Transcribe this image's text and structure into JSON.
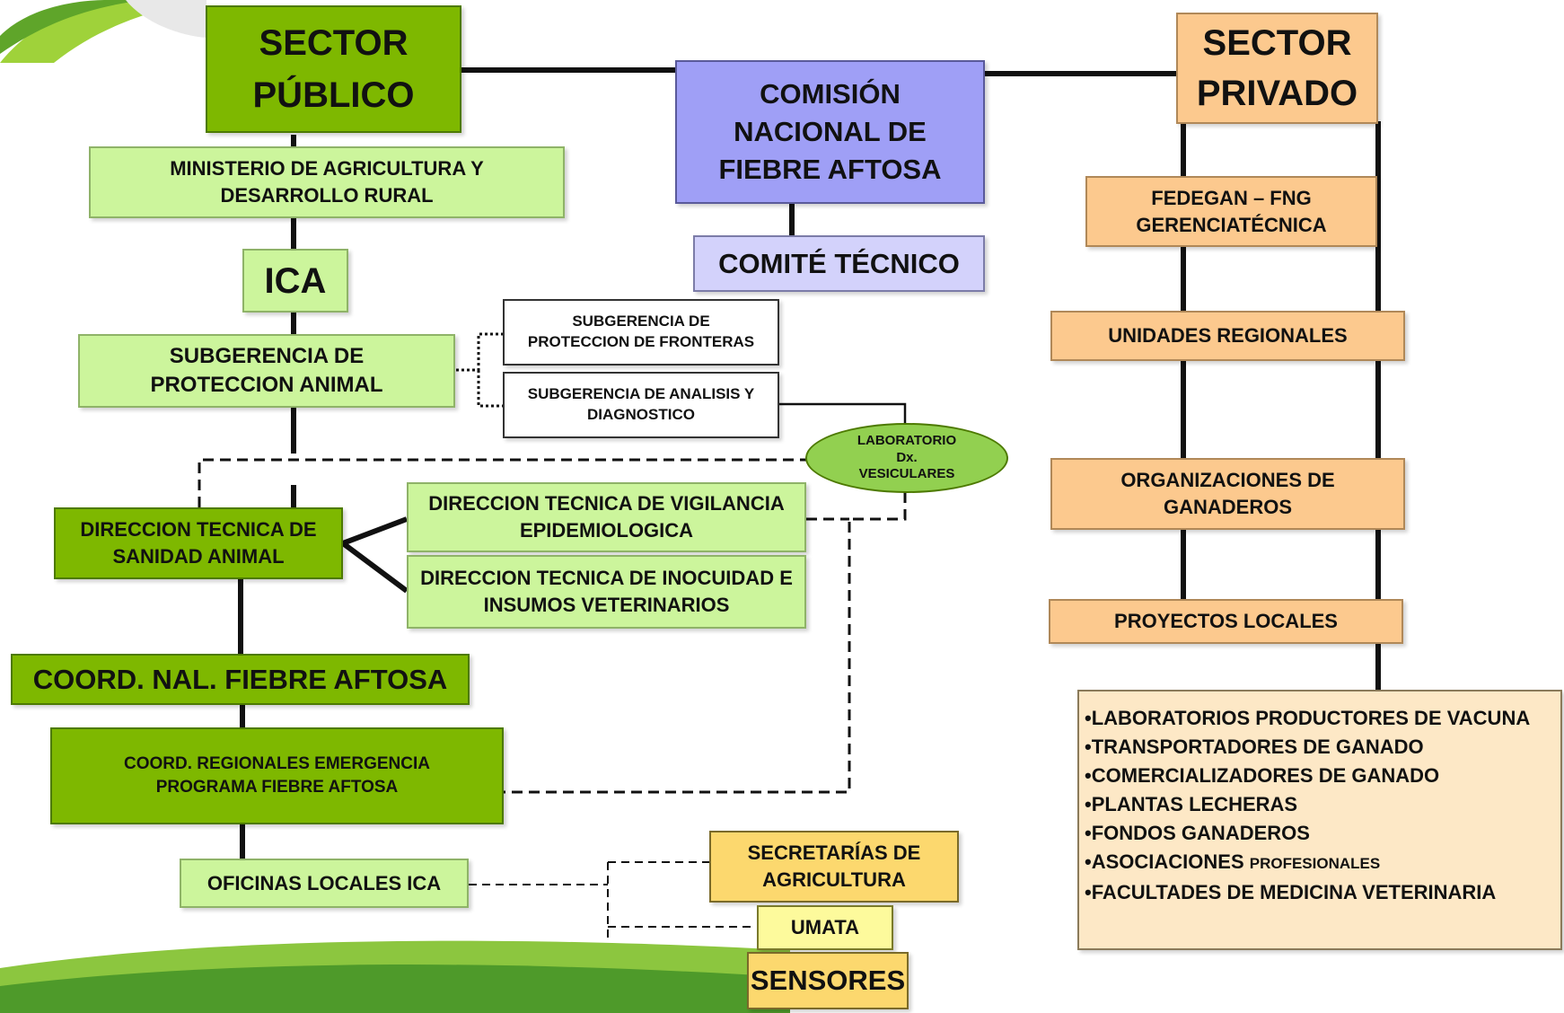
{
  "sector_publico": "SECTOR PÚBLICO",
  "comision": "COMISIÓN NACIONAL DE FIEBRE AFTOSA",
  "sector_privado": "SECTOR PRIVADO",
  "ministerio": "MINISTERIO DE AGRICULTURA Y DESARROLLO RURAL",
  "comite": "COMITÉ TÉCNICO",
  "fedegan": "FEDEGAN – FNG GERENCIATÉCNICA",
  "ica": "ICA",
  "subg_fronteras": "SUBGERENCIA DE PROTECCION DE FRONTERAS",
  "subg_proteccion": "SUBGERENCIA DE PROTECCION ANIMAL",
  "subg_analisis": "SUBGERENCIA DE ANALISIS Y DIAGNOSTICO",
  "unidades": "UNIDADES REGIONALES",
  "laboratorio": "LABORATORIO Dx. VESICULARES",
  "organizaciones": "ORGANIZACIONES DE GANADEROS",
  "dir_sanidad": "DIRECCION TECNICA DE SANIDAD ANIMAL",
  "dir_vigilancia": "DIRECCION TECNICA DE VIGILANCIA EPIDEMIOLOGICA",
  "dir_inocuidad": "DIRECCION TECNICA DE INOCUIDAD E INSUMOS VETERINARIOS",
  "proyectos": "PROYECTOS LOCALES",
  "coord_nal": "COORD. NAL. FIEBRE AFTOSA",
  "coord_regionales": "COORD. REGIONALES EMERGENCIA PROGRAMA FIEBRE AFTOSA",
  "oficinas": "OFICINAS LOCALES ICA",
  "secretarias": "SECRETARÍAS DE AGRICULTURA",
  "umata": "UMATA",
  "sensores": "SENSORES",
  "bullet": "•",
  "private_list": [
    {
      "main": "LABORATORIOS PRODUCTORES DE VACUNA",
      "small": ""
    },
    {
      "main": "TRANSPORTADORES DE GANADO",
      "small": ""
    },
    {
      "main": "COMERCIALIZADORES DE GANADO",
      "small": ""
    },
    {
      "main": "PLANTAS LECHERAS",
      "small": ""
    },
    {
      "main": "FONDOS GANADEROS",
      "small": ""
    },
    {
      "main": "ASOCIACIONES ",
      "small": "PROFESIONALES"
    },
    {
      "main": "FACULTADES DE MEDICINA VETERINARIA",
      "small": ""
    }
  ],
  "colors": {
    "light_green": "#ccf59c",
    "dark_green": "#7eb800",
    "purple": "#9f9ff6",
    "light_purple": "#d3d2fb",
    "peach": "#fcc98e",
    "light_peach": "#fde8c6",
    "gold": "#fcd86e",
    "light_yellow": "#fdfa9c",
    "ellipse_green": "#92d050"
  }
}
